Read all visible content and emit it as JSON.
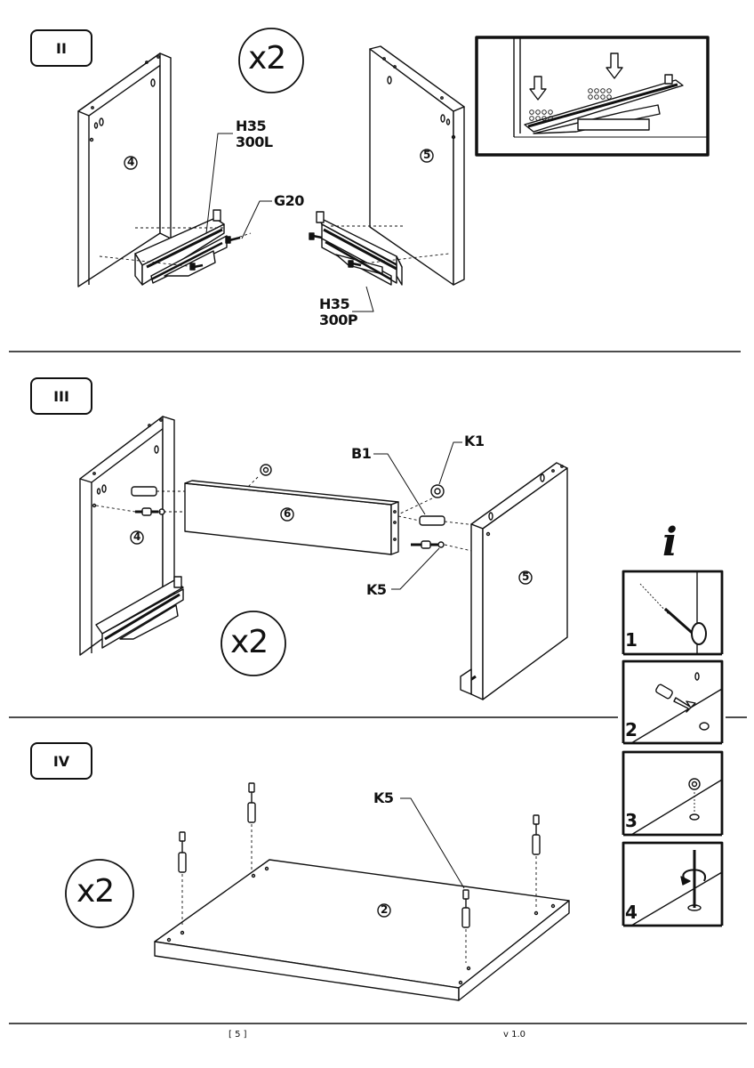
{
  "steps": {
    "s2": {
      "label": "II",
      "multiplier": "x2"
    },
    "s3": {
      "label": "III",
      "multiplier": "x2"
    },
    "s4": {
      "label": "IV",
      "multiplier": "x2"
    }
  },
  "parts": {
    "h35_300l": [
      "H35",
      "300L"
    ],
    "g20": "G20",
    "h35_300p": [
      "H35",
      "300P"
    ],
    "b1": "B1",
    "k1": "K1",
    "k5_a": "K5",
    "k5_b": "K5"
  },
  "panels": {
    "p2": "2",
    "p4": "4",
    "p5": "5",
    "p6": "6"
  },
  "info": {
    "icon": "i",
    "steps": [
      "1",
      "2",
      "3",
      "4"
    ]
  },
  "footer": {
    "page": "[ 5 ]",
    "version": "v 1.0"
  }
}
